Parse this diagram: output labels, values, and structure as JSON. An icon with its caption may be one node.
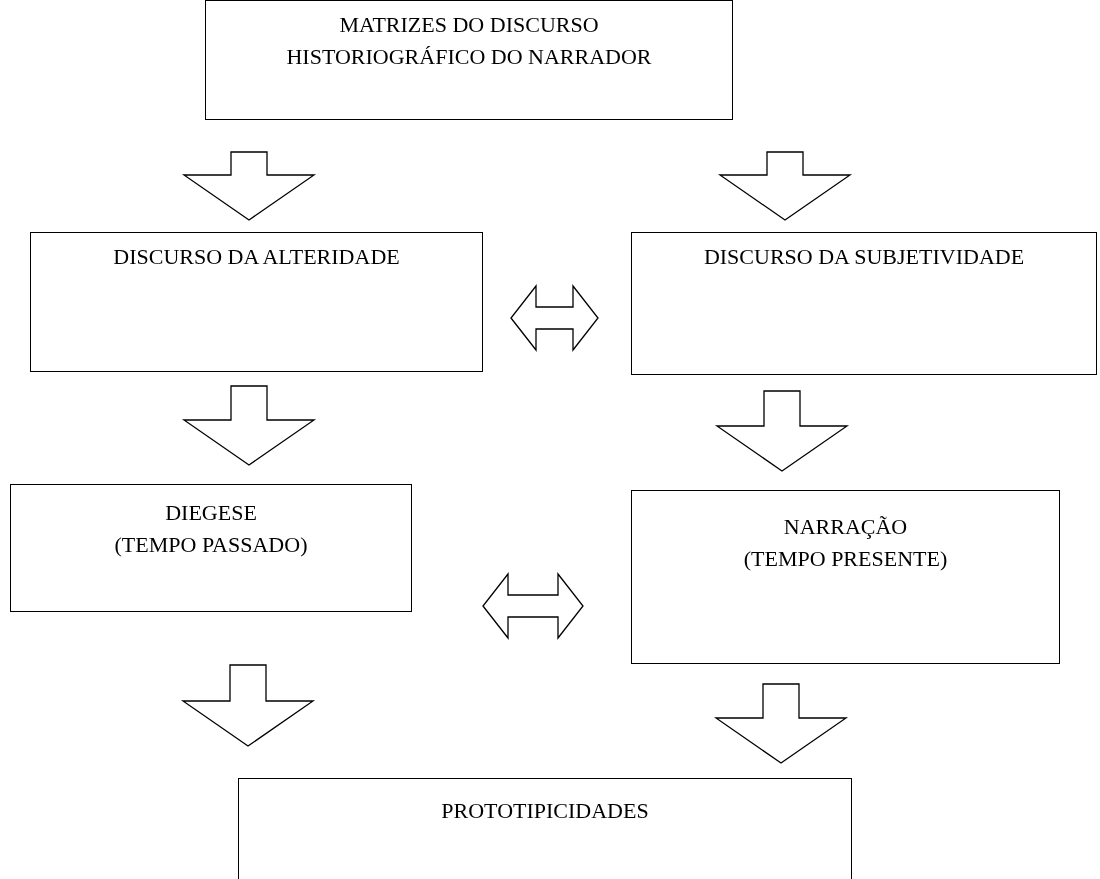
{
  "diagram": {
    "nodes": [
      {
        "text": [
          "MATRIZES DO DISCURSO HISTORIOGRÁFICO DO NARRADOR"
        ]
      },
      {
        "text": [
          "DISCURSO DA ALTERIDADE"
        ]
      },
      {
        "text": [
          "DISCURSO DA SUBJETIVIDADE"
        ]
      },
      {
        "text": [
          "DIEGESE",
          "(TEMPO PASSADO)"
        ]
      },
      {
        "text": [
          "NARRAÇÃO",
          "(TEMPO PRESENTE)"
        ]
      },
      {
        "text": [
          "PROTOTIPICIDADES"
        ]
      }
    ],
    "edges": [
      {
        "from": 0,
        "to": 1,
        "arrow": "to"
      },
      {
        "from": 0,
        "to": 2,
        "arrow": "to"
      },
      {
        "from": 1,
        "to": 2,
        "arrow": "both"
      },
      {
        "from": 1,
        "to": 3,
        "arrow": "to"
      },
      {
        "from": 2,
        "to": 4,
        "arrow": "to"
      },
      {
        "from": 3,
        "to": 4,
        "arrow": "both"
      },
      {
        "from": 3,
        "to": 5,
        "arrow": "to"
      },
      {
        "from": 4,
        "to": 5,
        "arrow": "to"
      }
    ]
  }
}
